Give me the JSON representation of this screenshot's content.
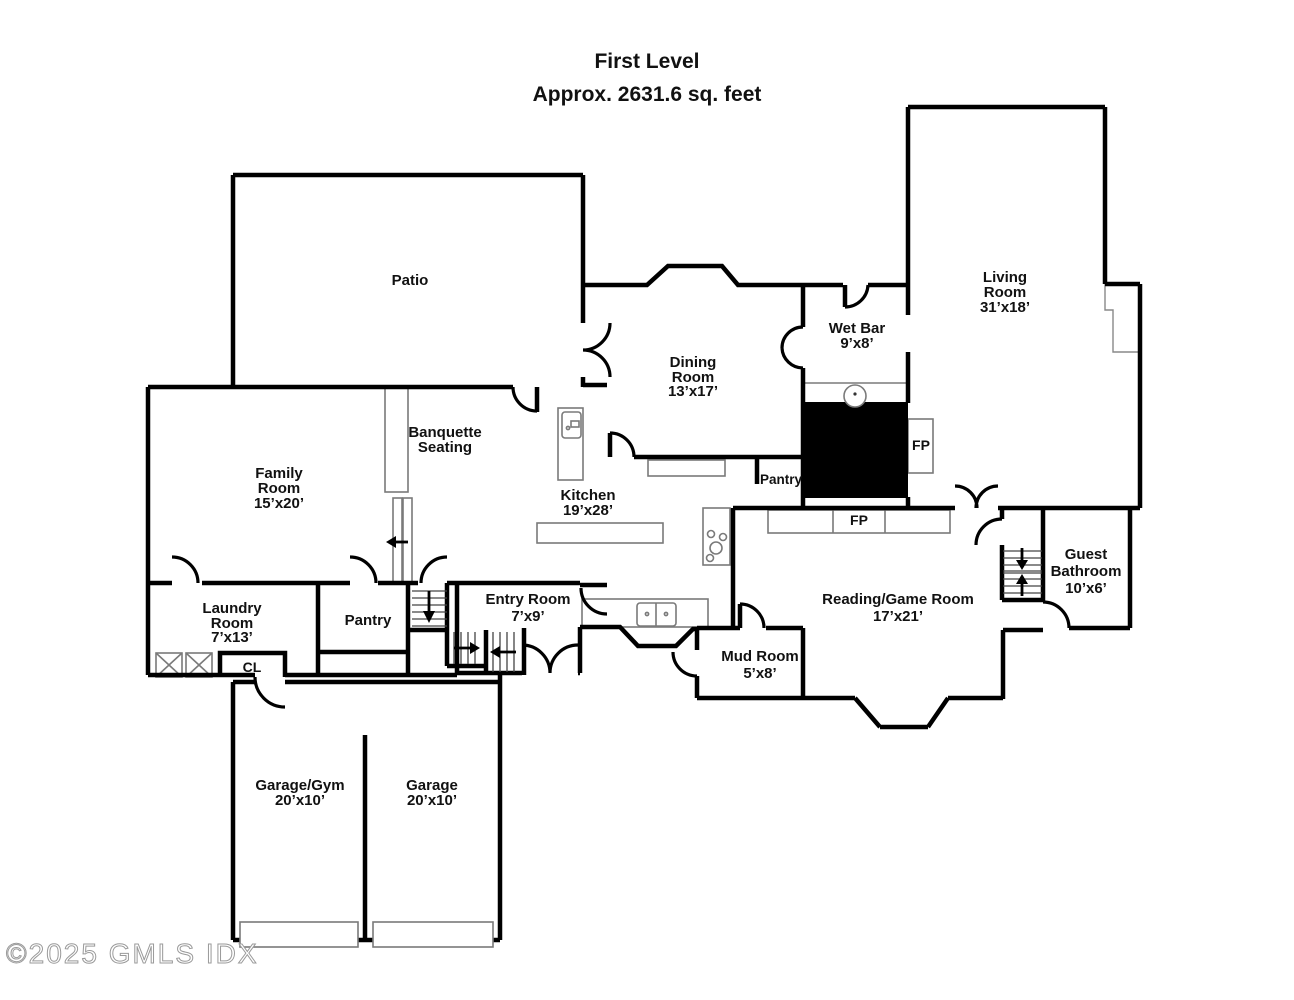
{
  "title": {
    "line1": "First Level",
    "line2": "Approx.  2631.6 sq. feet"
  },
  "watermark": "©2025 GMLS IDX",
  "rooms": {
    "patio": {
      "name": "Patio"
    },
    "family_room": {
      "name": "Family",
      "name2": "Room",
      "dims": "15’x20’"
    },
    "banquette": {
      "name": "Banquette",
      "name2": "Seating"
    },
    "dining_room": {
      "name": "Dining",
      "name2": "Room",
      "dims": "13’x17’"
    },
    "kitchen": {
      "name": "Kitchen",
      "dims": "19’x28’"
    },
    "wet_bar": {
      "name": "Wet Bar",
      "dims": "9’x8’"
    },
    "living_room": {
      "name": "Living",
      "name2": "Room",
      "dims": "31’x18’"
    },
    "reading_game_room": {
      "name": "Reading/Game Room",
      "dims": "17’x21’"
    },
    "guest_bathroom": {
      "name": "Guest",
      "name2": "Bathroom",
      "dims": "10’x6’"
    },
    "mud_room": {
      "name": "Mud Room",
      "dims": "5’x8’"
    },
    "entry_room": {
      "name": "Entry Room",
      "dims": "7’x9’"
    },
    "laundry_room": {
      "name": "Laundry",
      "name2": "Room",
      "dims": "7’x13’"
    },
    "pantry_hall": {
      "name": "Pantry"
    },
    "pantry_closet": {
      "name": "Pantry"
    },
    "garage_gym": {
      "name": "Garage/Gym",
      "dims": "20’x10’"
    },
    "garage": {
      "name": "Garage",
      "dims": "20’x10’"
    },
    "closet": {
      "name": "CL"
    },
    "fireplace_living": {
      "name": "FP"
    },
    "fireplace_reading": {
      "name": "FP"
    }
  },
  "colors": {
    "walls": "#000000",
    "chimney": "#000000",
    "fixtures": "#7a7a7a",
    "text": "#111111",
    "background": "#ffffff"
  }
}
